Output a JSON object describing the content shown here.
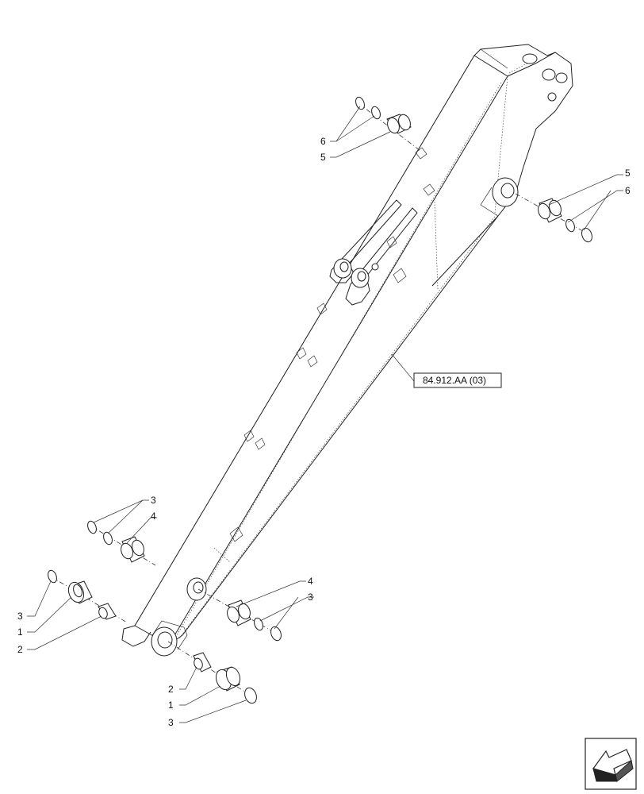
{
  "callouts": {
    "top_left_6": "6",
    "top_left_5": "5",
    "right_5": "5",
    "right_6": "6",
    "left_upper_3": "3",
    "left_upper_4": "4",
    "left_lower_3": "3",
    "left_lower_1": "1",
    "left_lower_2": "2",
    "mid_4": "4",
    "mid_3": "3",
    "bottom_2": "2",
    "bottom_1": "1",
    "bottom_3": "3"
  },
  "reference_box": {
    "label": "84.912.AA (03)"
  },
  "nav_icon": {
    "name": "next-page-arrow-icon"
  }
}
